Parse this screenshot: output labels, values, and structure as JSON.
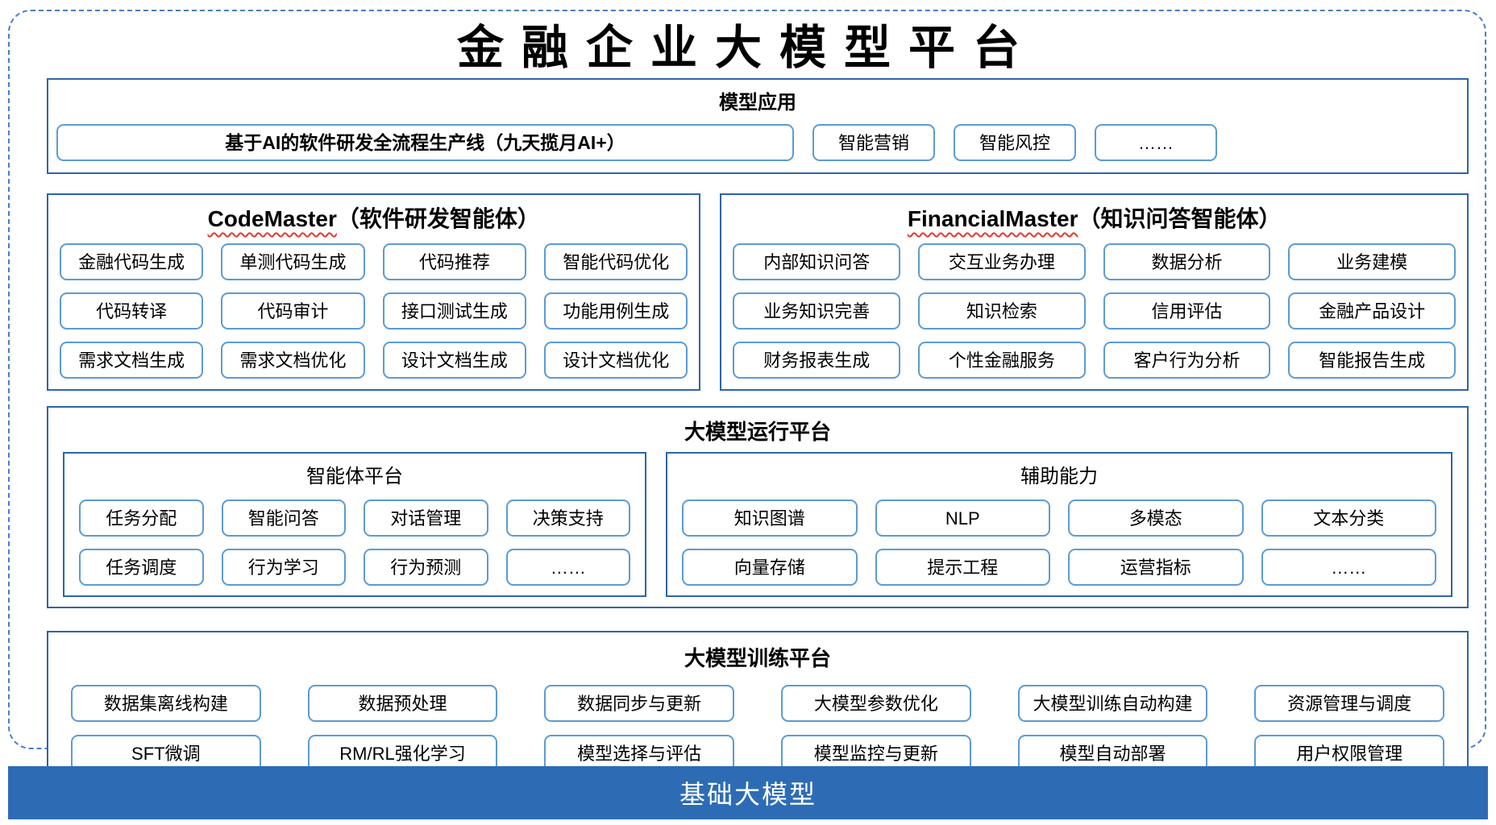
{
  "title": "金融企业大模型平台",
  "model_app": {
    "title": "模型应用",
    "main_item": "基于AI的软件研发全流程生产线（九天揽月AI+）",
    "items": [
      "智能营销",
      "智能风控",
      "……"
    ]
  },
  "code_master": {
    "title_en": "CodeMaster",
    "title_suffix": "（软件研发智能体）",
    "items": [
      "金融代码生成",
      "单测代码生成",
      "代码推荐",
      "智能代码优化",
      "代码转译",
      "代码审计",
      "接口测试生成",
      "功能用例生成",
      "需求文档生成",
      "需求文档优化",
      "设计文档生成",
      "设计文档优化"
    ]
  },
  "financial_master": {
    "title_en": "FinancialMaster",
    "title_suffix": "（知识问答智能体）",
    "items": [
      "内部知识问答",
      "交互业务办理",
      "数据分析",
      "业务建模",
      "业务知识完善",
      "知识检索",
      "信用评估",
      "金融产品设计",
      "财务报表生成",
      "个性金融服务",
      "客户行为分析",
      "智能报告生成"
    ]
  },
  "runtime_platform": {
    "title": "大模型运行平台",
    "agent_platform": {
      "title": "智能体平台",
      "items": [
        "任务分配",
        "智能问答",
        "对话管理",
        "决策支持",
        "任务调度",
        "行为学习",
        "行为预测",
        "……"
      ]
    },
    "aux_capability": {
      "title": "辅助能力",
      "items": [
        "知识图谱",
        "NLP",
        "多模态",
        "文本分类",
        "向量存储",
        "提示工程",
        "运营指标",
        "……"
      ]
    }
  },
  "training_platform": {
    "title": "大模型训练平台",
    "items": [
      "数据集离线构建",
      "数据预处理",
      "数据同步与更新",
      "大模型参数优化",
      "大模型训练自动构建",
      "资源管理与调度",
      "SFT微调",
      "RM/RL强化学习",
      "模型选择与评估",
      "模型监控与更新",
      "模型自动部署",
      "用户权限管理"
    ]
  },
  "foundation_model": {
    "title": "基础大模型"
  },
  "colors": {
    "section_border": "#2E64AC",
    "chip_border": "#5B9BD5",
    "outer_dashed_border": "#4A7EC9",
    "footer_background": "#2D6CB5",
    "squiggle_red": "#E03B2F"
  }
}
